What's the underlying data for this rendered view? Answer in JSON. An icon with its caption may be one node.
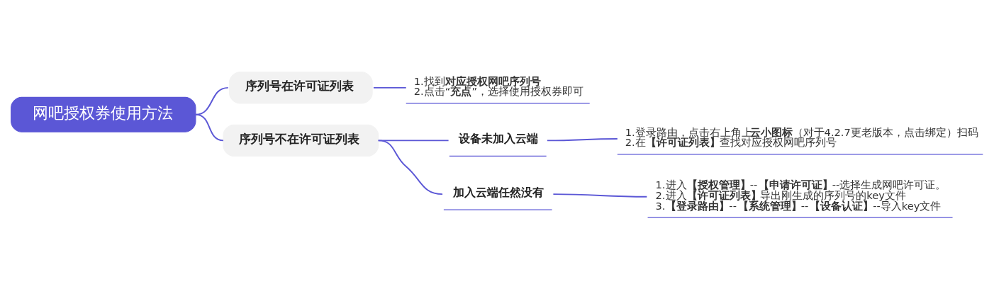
{
  "diagram": {
    "nodes": [
      {
        "text": [
          "网吧授权券使用方法"
        ]
      },
      {
        "text": [
          "序列号在许可证列表"
        ]
      },
      {
        "text": [
          "1.找到**对应授权网吧序列号**",
          "2.点击“**充点**”，选择使用授权券即可"
        ]
      },
      {
        "text": [
          "序列号不在许可证列表"
        ]
      },
      {
        "text": [
          "设备未加入云端"
        ]
      },
      {
        "text": [
          "1.登录路由，点击右上角上**云小图标**（对于4.2.7更老版本，点击绑定）扫码",
          "2.在**【许可证列表】**查找对应授权网吧序列号"
        ]
      },
      {
        "text": [
          "加入云端任然没有"
        ]
      },
      {
        "text": [
          "1.进入**【授权管理】**--**【申请许可证】**--选择生成网吧许可证。",
          "2.进入**【许可证列表】**导出刚生成的序列号的key文件",
          "3.**【登录路由】**--**【系统管理】**--**【设备认证】**--导入key文件"
        ]
      }
    ],
    "edges": [
      {
        "from": 0,
        "to": 1,
        "arrow": "none"
      },
      {
        "from": 1,
        "to": 2,
        "arrow": "none"
      },
      {
        "from": 0,
        "to": 3,
        "arrow": "none"
      },
      {
        "from": 3,
        "to": 4,
        "arrow": "none"
      },
      {
        "from": 4,
        "to": 5,
        "arrow": "none"
      },
      {
        "from": 3,
        "to": 6,
        "arrow": "none"
      },
      {
        "from": 6,
        "to": 7,
        "arrow": "none"
      }
    ]
  }
}
